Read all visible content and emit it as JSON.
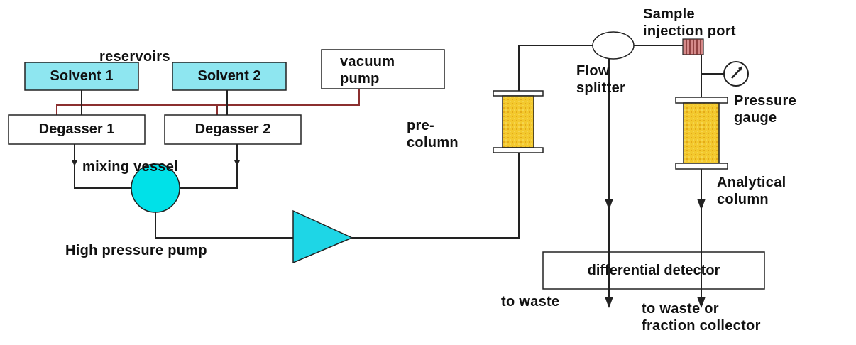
{
  "colors": {
    "reservoir_fill": "#8ee6f0",
    "mixer_fill": "#00e1e8",
    "pump_fill": "#1ed6e6",
    "column_fill": "#f3c92e",
    "vacuum_line": "#8b2f2f",
    "line": "#222222"
  },
  "labels": {
    "reservoirs": "reservoirs",
    "solvent1": "Solvent 1",
    "solvent2": "Solvent 2",
    "vacuum_pump": "vacuum\npump",
    "degasser1": "Degasser 1",
    "degasser2": "Degasser 2",
    "mixing_vessel": "mixing vessel",
    "high_pressure_pump": "High pressure pump",
    "pre_column": "pre-\ncolumn",
    "flow_splitter": "Flow\nsplitter",
    "sample_injection_port": "Sample\ninjection port",
    "pressure_gauge": "Pressure\ngauge",
    "analytical_column": "Analytical\ncolumn",
    "differential_detector": "differential detector",
    "to_waste": "to waste",
    "to_waste_or_fraction": "to waste or\nfraction collector"
  }
}
